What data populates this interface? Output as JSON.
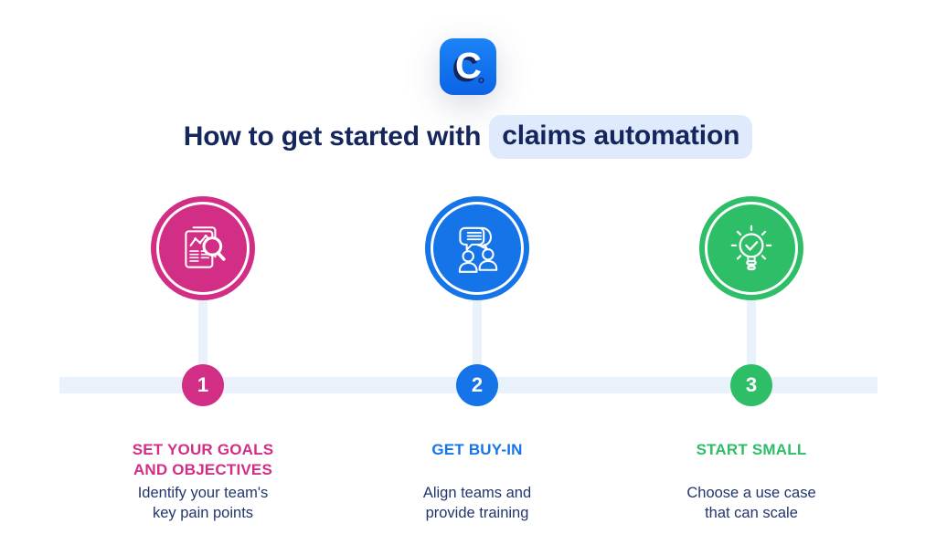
{
  "logo": {
    "letter": "C",
    "background_top": "#1b84f5",
    "background_bottom": "#0b63e6",
    "letter_color": "#ffffff",
    "shadow_color": "#15265d"
  },
  "title": {
    "prefix": "How to get started with",
    "highlight": "claims automation",
    "text_color": "#15265d",
    "highlight_bg": "#dfeafc"
  },
  "timeline": {
    "band_color": "#e9f1fb"
  },
  "steps": [
    {
      "number": "1",
      "color": "#d22e86",
      "icon": "report-magnifier-icon",
      "title_line1": "SET YOUR GOALS",
      "title_line2": "AND OBJECTIVES",
      "desc_line1": "Identify your team's",
      "desc_line2": "key pain points"
    },
    {
      "number": "2",
      "color": "#1574e8",
      "icon": "chat-people-icon",
      "title_line1": "GET BUY-IN",
      "desc_line1": "Align teams and",
      "desc_line2": "provide training"
    },
    {
      "number": "3",
      "color": "#2fbe68",
      "icon": "lightbulb-check-icon",
      "title_line1": "START SMALL",
      "desc_line1": "Choose a use case",
      "desc_line2": "that can scale"
    }
  ]
}
